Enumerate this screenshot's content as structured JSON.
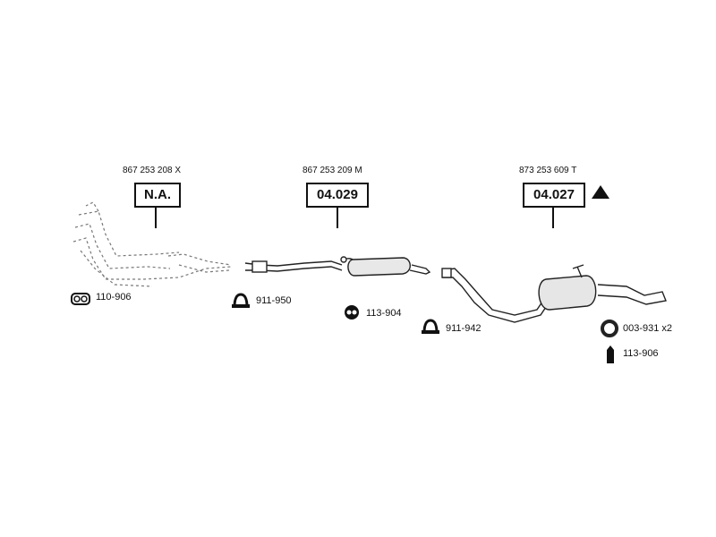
{
  "sections": [
    {
      "oem_number": "867 253 208 X",
      "part_code": "N.A."
    },
    {
      "oem_number": "867 253 209 M",
      "part_code": "04.029"
    },
    {
      "oem_number": "873 253 609 T",
      "part_code": "04.027"
    }
  ],
  "accessories": [
    {
      "code": "110-906",
      "icon": "gasket-icon"
    },
    {
      "code": "911-950",
      "icon": "clamp-icon"
    },
    {
      "code": "113-904",
      "icon": "rubber-mount-icon"
    },
    {
      "code": "911-942",
      "icon": "clamp-icon"
    },
    {
      "code": "003-931 x2",
      "icon": "ring-icon"
    },
    {
      "code": "113-906",
      "icon": "hanger-icon"
    }
  ],
  "markers": {
    "triangle_icon": "warning-triangle-icon"
  }
}
